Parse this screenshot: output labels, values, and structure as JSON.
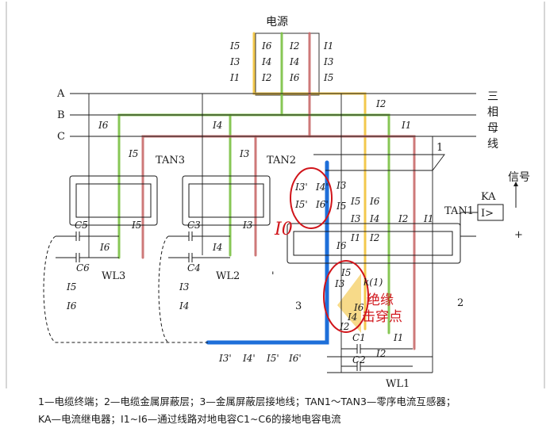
{
  "power_label": "电源",
  "source_currents": {
    "col1": [
      "I5",
      "I3",
      "I1"
    ],
    "col2": [
      "I6",
      "I4",
      "I2"
    ],
    "col3": [
      "I2",
      "I4",
      "I6"
    ],
    "col4": [
      "I1",
      "I3",
      "I5"
    ]
  },
  "buses": {
    "a": "A",
    "b": "B",
    "c": "C"
  },
  "busbar_label": [
    "三",
    "相",
    "母",
    "线"
  ],
  "bus_currents": {
    "i2": "I2",
    "i1": "I1",
    "i6": "I6",
    "i4": "I4",
    "i5": "I5",
    "i3": "I3"
  },
  "transformers": {
    "tan3": "TAN3",
    "tan2": "TAN2",
    "tan1": "TAN1"
  },
  "relay": {
    "ka": "KA",
    "symbol": "I>",
    "signal": "信号",
    "plus": "+"
  },
  "lines": {
    "wl1": "WL1",
    "wl2": "WL2",
    "wl3": "WL3"
  },
  "caps": {
    "c1": "C1",
    "c2": "C2",
    "c3": "C3",
    "c4": "C4",
    "c5": "C5",
    "c6": "C6"
  },
  "cable_currents": {
    "left": [
      "I3'",
      "I5'"
    ],
    "right": [
      "I4'",
      "I6'"
    ],
    "col_a": [
      "I3",
      "I5",
      "I6"
    ],
    "col_b": [
      "I5",
      "I3",
      "I1"
    ],
    "col_c": [
      "I6",
      "I4",
      "I2"
    ],
    "col_d": [
      "I2"
    ],
    "col_e": [
      "I1"
    ]
  },
  "zero_seq": "I0",
  "fault_label": [
    "绝缘",
    "击穿点"
  ],
  "fault_k": "k(1)",
  "fault_currents": [
    "I5",
    "I3",
    "I6",
    "I4",
    "I2"
  ],
  "wl_currents": {
    "i5": "I5",
    "i6": "I6",
    "i3": "I3",
    "i4": "I4"
  },
  "ground_currents": [
    "I3'",
    "I4'",
    "I5'",
    "I6'"
  ],
  "left_currents": [
    "I5",
    "I6",
    "I3",
    "I4"
  ],
  "wl1_currents": {
    "i1": "I1",
    "i2": "I2"
  },
  "numbers": {
    "n1": "1",
    "n2": "2",
    "n3": "3",
    "prime": "'"
  },
  "caption": {
    "line1": "1—电缆终端；2—电缆金属屏蔽层；3—金属屏蔽层接地线；TAN1～TAN3—零序电流互感器；",
    "line2": "KA—电流继电器；I1~I6—通过线路对地电容C1~C6的接地电容电流"
  },
  "colors": {
    "green": "#7ac143",
    "red_line": "#c96a6a",
    "yellow": "#f2c23a",
    "blue": "#1e6fd9",
    "annot_red": "#d0141a"
  }
}
